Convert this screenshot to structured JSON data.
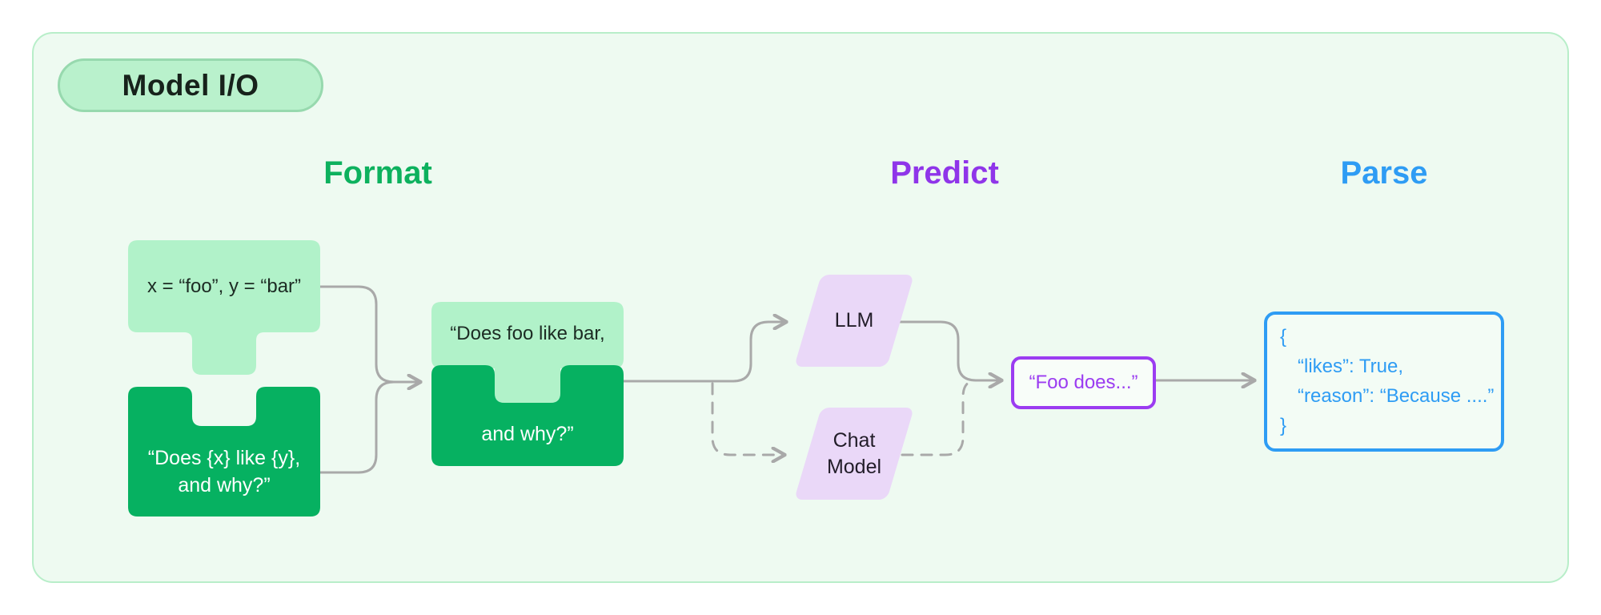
{
  "badge": {
    "label": "Model I/O"
  },
  "headings": {
    "format": "Format",
    "predict": "Predict",
    "parse": "Parse"
  },
  "format": {
    "input_values": "x = “foo”, y = “bar”",
    "prompt_template": {
      "line1": "“Does {x} like {y},",
      "line2": "and why?”"
    },
    "formatted_prompt": {
      "line1": "“Does foo like bar,",
      "line2": "and why?”"
    }
  },
  "predict": {
    "llm_label": "LLM",
    "chat_model": {
      "line1": "Chat",
      "line2": "Model"
    },
    "model_output": "“Foo does...”"
  },
  "parse": {
    "parsed_output": {
      "line1": "{",
      "line2": "“likes”: True,",
      "line3": "“reason”: “Because ....”",
      "line4": "}"
    }
  },
  "colors": {
    "panel_bg": "#eefaf1",
    "panel_border": "#b8eec9",
    "light_green": "#b1f2c9",
    "dark_green": "#06b161",
    "format_heading": "#0db15e",
    "predict_heading": "#8f35e9",
    "parse_blue": "#2e9cf4",
    "output_purple": "#9b3cf1",
    "model_lavender": "#ead8f8",
    "connector_gray": "#a9a9a9"
  }
}
